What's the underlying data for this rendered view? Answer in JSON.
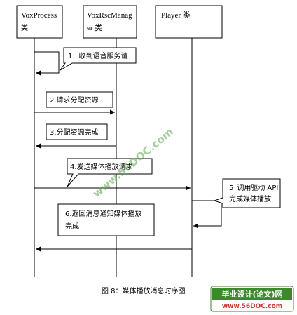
{
  "participants": [
    {
      "line1": "VoxProcess",
      "line2": "类"
    },
    {
      "line1": "VoxRscManag",
      "line2": "er 类"
    },
    {
      "line1": "Player 类",
      "line2": ""
    }
  ],
  "messages": [
    {
      "num": "1.",
      "text": "收到语音服务请"
    },
    {
      "num": "2.",
      "text": "请求分配资源"
    },
    {
      "num": "3.",
      "text": "分配资源完成"
    },
    {
      "num": "4.",
      "text": "发送媒体播放请求"
    },
    {
      "num": "5",
      "line1": "调用驱动  API",
      "line2": "完成媒体播放"
    },
    {
      "num": "6.",
      "line1": "返回消息通知媒体播放",
      "line2": "完成"
    }
  ],
  "caption": "图 8：媒体播放消息时序图",
  "watermark": {
    "diagonal": "www.56DOC.com",
    "badge_title": "毕业设计(论文)网",
    "badge_url": "www.56DOC.com"
  }
}
